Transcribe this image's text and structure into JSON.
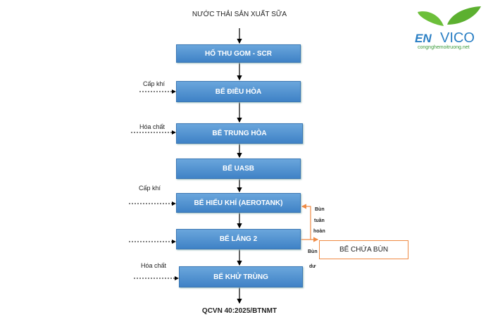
{
  "title": "NƯỚC THẢI SẢN XUẤT SỮA",
  "steps": [
    "HỐ THU GOM - SCR",
    "BỂ ĐIỀU HÒA",
    "BỂ TRUNG HÒA",
    "BỂ UASB",
    "BỂ HIẾU KHÍ (AEROTANK)",
    "BỂ LẮNG 2",
    "BỂ KHỬ TRÙNG"
  ],
  "inputs": [
    "Cấp khí",
    "Hóa chất",
    "Cấp khí",
    "Hóa chất"
  ],
  "sludge_tank": "BỂ CHỨA BÙN",
  "recycle_label": [
    "Bùn",
    "tuần",
    "hoàn"
  ],
  "excess_label": [
    "Bùn",
    "dư"
  ],
  "output": "QCVN 40:2025/BTNMT",
  "logo": {
    "brand": "ENVICO",
    "site": "congnghemoitruong.net"
  },
  "colors": {
    "box": "#4a8fd0",
    "sludge": "#f0904a"
  }
}
